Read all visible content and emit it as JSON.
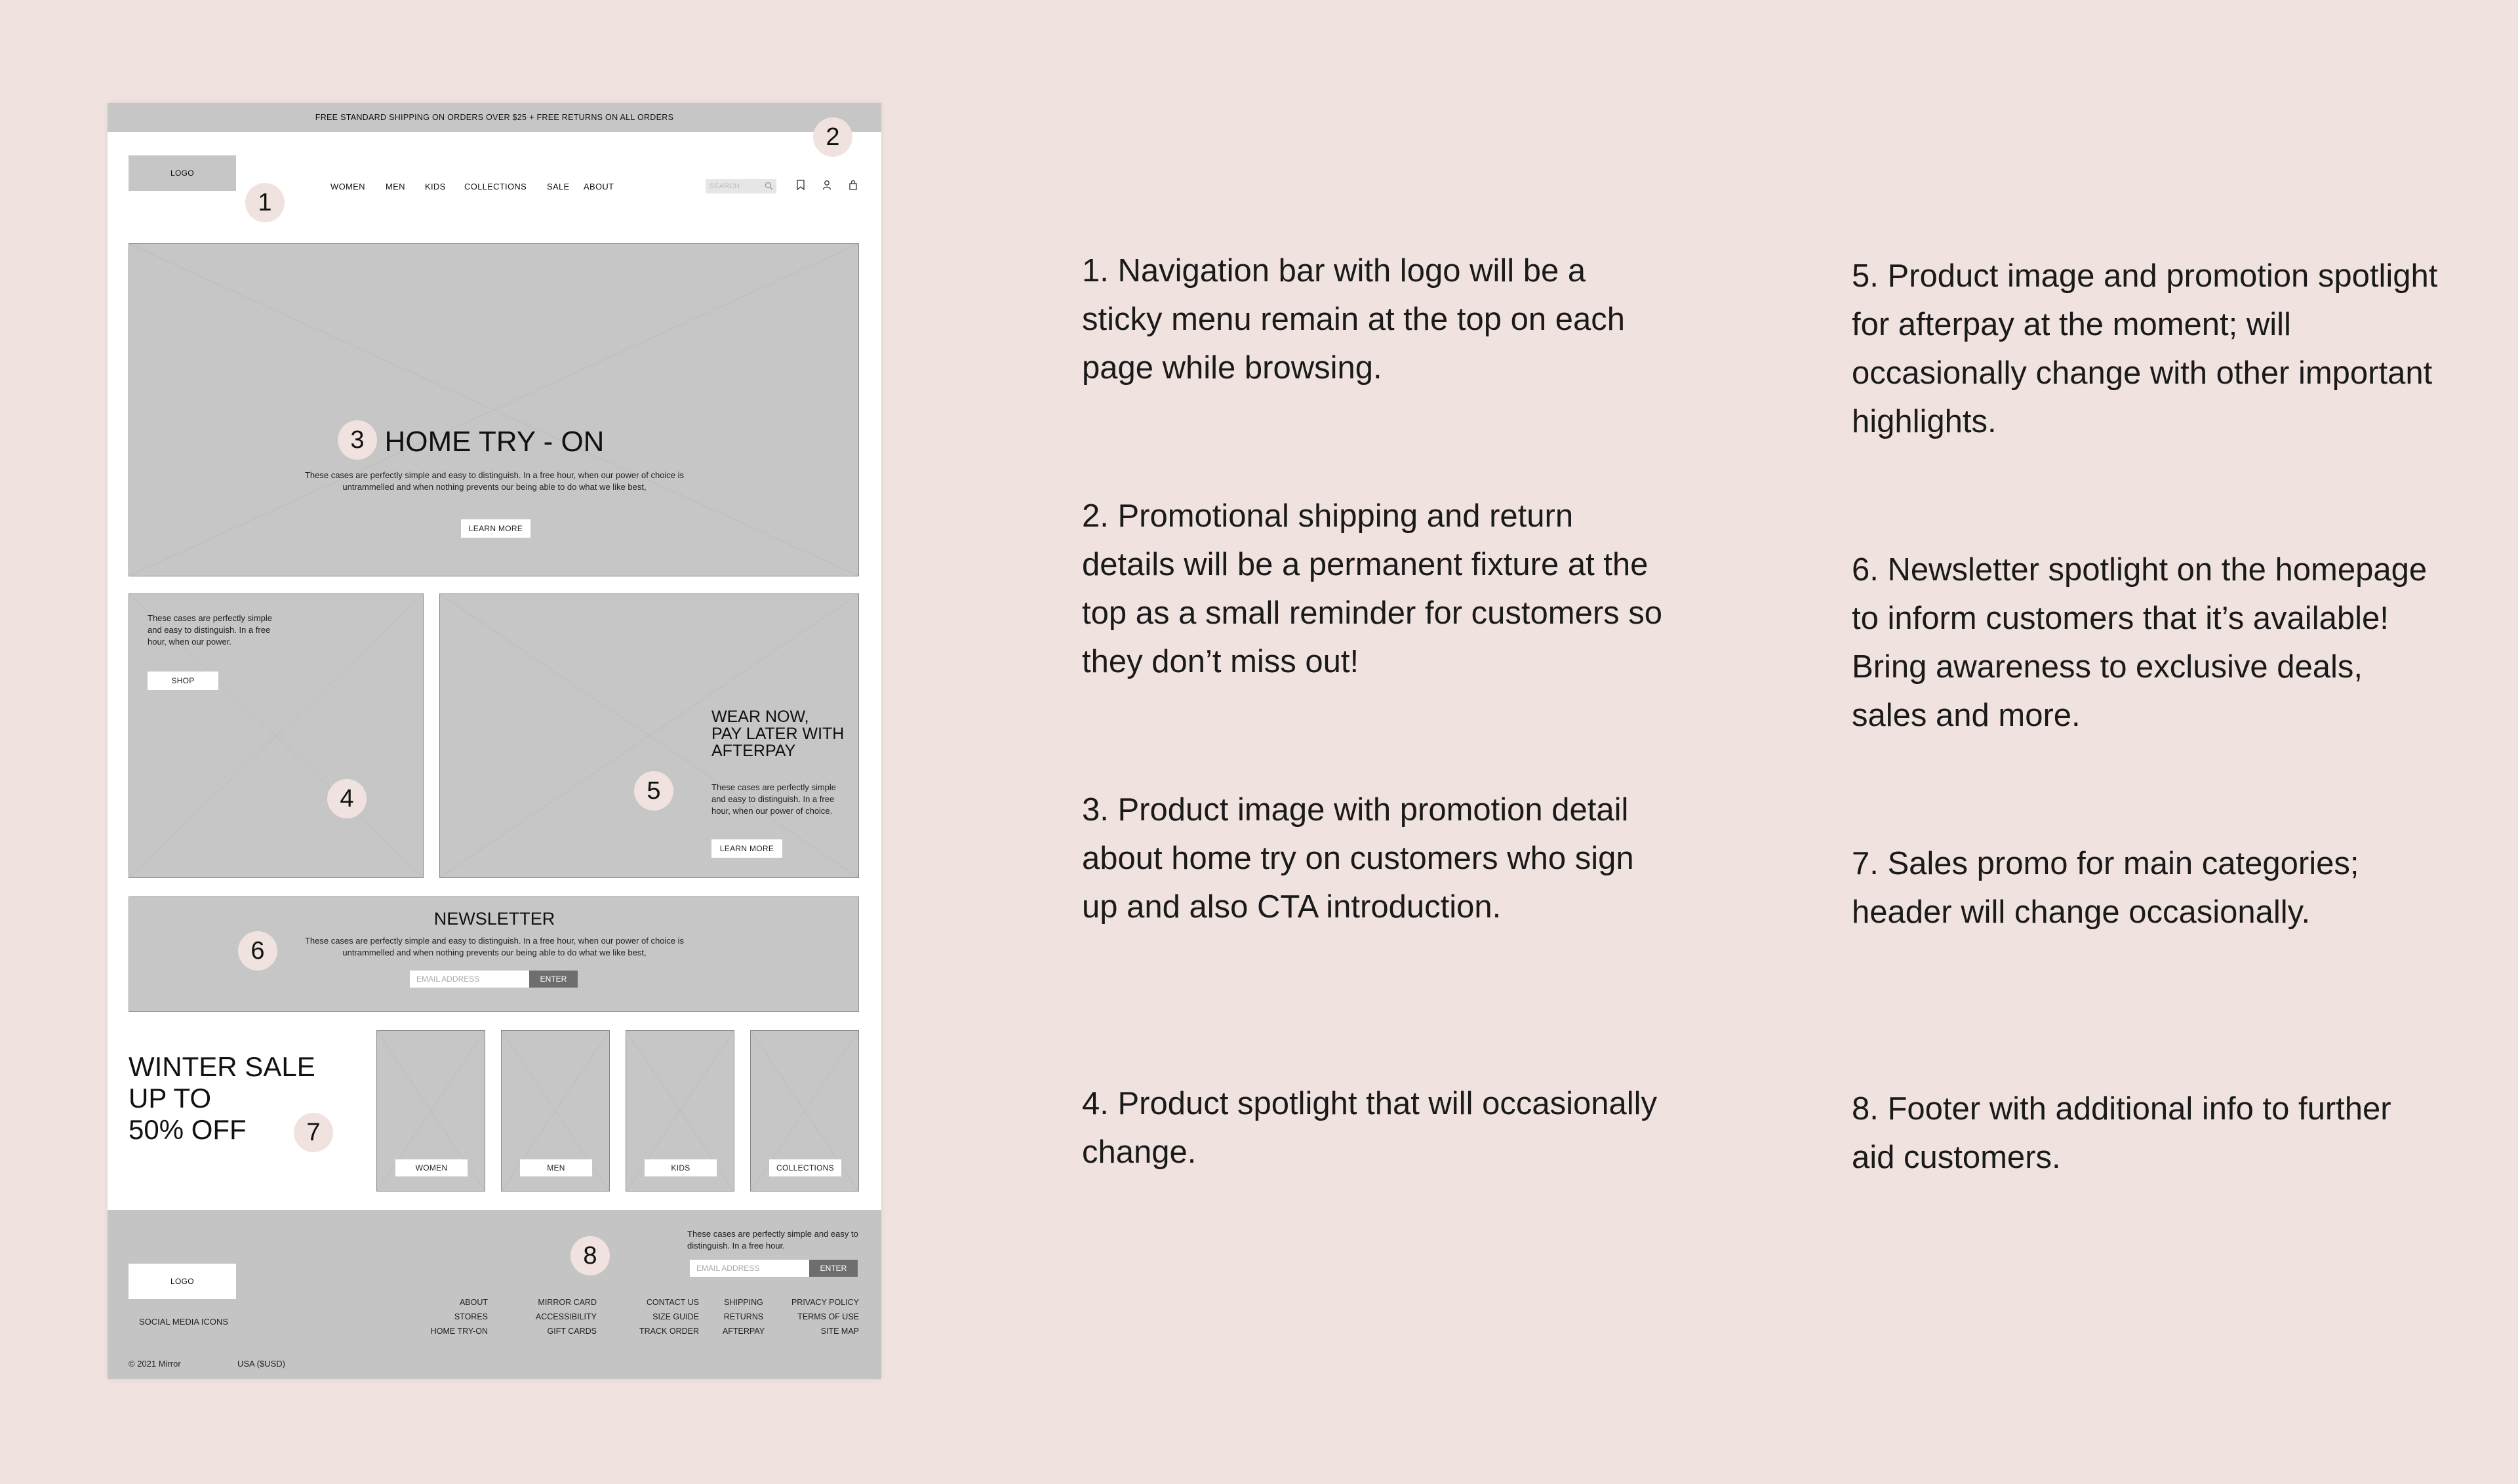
{
  "wireframe": {
    "top_banner": "FREE STANDARD SHIPPING ON ORDERS OVER $25 + FREE RETURNS ON ALL ORDERS",
    "header": {
      "logo": "LOGO",
      "nav": [
        "WOMEN",
        "MEN",
        "KIDS",
        "COLLECTIONS",
        "SALE",
        "ABOUT"
      ],
      "search_placeholder": "SEARCH"
    },
    "hero": {
      "title": "HOME TRY - ON",
      "body": "These cases are perfectly simple and easy to distinguish. In a free hour, when our power of choice is untrammelled and when nothing prevents our being able to do what we like best,",
      "button": "LEARN MORE"
    },
    "spot_left": {
      "body": "These cases are perfectly simple and easy to distinguish. In a free hour, when our power.",
      "button": "SHOP"
    },
    "spot_right": {
      "title": "WEAR NOW,\nPAY LATER WITH\nAFTERPAY",
      "body": "These cases are perfectly simple and easy to distinguish. In a free hour, when our power of choice.",
      "button": "LEARN MORE"
    },
    "newsletter": {
      "title": "NEWSLETTER",
      "body": "These cases are perfectly simple and easy to distinguish. In a free hour, when our power of choice is untrammelled and when nothing prevents our being able to do what we like best,",
      "placeholder": "EMAIL ADDRESS",
      "button": "ENTER"
    },
    "sale": {
      "title": "WINTER SALE\nUP TO\n50% OFF",
      "cards": [
        "WOMEN",
        "MEN",
        "KIDS",
        "COLLECTIONS"
      ]
    },
    "footer": {
      "logo": "LOGO",
      "social": "SOCIAL MEDIA ICONS",
      "newsletter_text": "These cases are perfectly simple and easy to distinguish. In a free hour.",
      "placeholder": "EMAIL ADDRESS",
      "button": "ENTER",
      "columns": [
        [
          "ABOUT",
          "STORES",
          "HOME TRY-ON"
        ],
        [
          "MIRROR CARD",
          "ACCESSIBILITY",
          "GIFT CARDS"
        ],
        [
          "CONTACT US",
          "SIZE GUIDE",
          "TRACK ORDER"
        ],
        [
          "SHIPPING",
          "RETURNS",
          "AFTERPAY"
        ],
        [
          "PRIVACY POLICY",
          "TERMS OF USE",
          "SITE MAP"
        ]
      ],
      "copyright": "© 2021 Mirror",
      "currency": "USA ($USD)"
    },
    "markers": [
      "1",
      "2",
      "3",
      "4",
      "5",
      "6",
      "7",
      "8"
    ]
  },
  "notes": [
    "1. Navigation bar with logo will be a sticky menu remain at the top on each page while browsing.",
    "2. Promotional shipping and return details will be a permanent fixture at the top as  a small reminder for customers so they don’t miss out!",
    "3. Product image with promotion detail about home try on customers who sign up and also CTA introduction.",
    "4. Product spotlight that will occasionally change.",
    "5. Product image and promotion spotlight for afterpay at the moment; will occasionally change with other important highlights.",
    "6. Newsletter spotlight on the homepage to inform customers that it’s available! Bring awareness to exclusive deals, sales and more.",
    "7. Sales  promo  for main categories; header will change occasionally.",
    "8. Footer with additional info to further aid customers."
  ],
  "colors": {
    "background": "#f0e2df",
    "placeholder_gray": "#c6c6c6",
    "footer_gray": "#c4c4c4",
    "button_dark": "#6e6e6e"
  }
}
